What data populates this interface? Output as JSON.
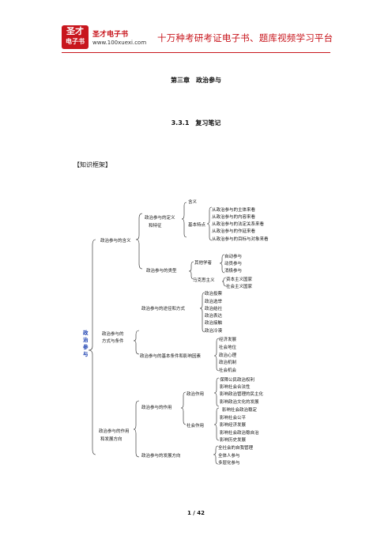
{
  "header": {
    "logo_line1": "圣才",
    "logo_line2": "电子书",
    "brand": "圣才电子书",
    "url": "www.100xuexi.com",
    "slogan": "十万种考研考证电子书、题库视频学习平台"
  },
  "chapter_title": "第三章　政治参与",
  "section_title": "3.3.1　复习笔记",
  "knowledge_frame": "【知识框架】",
  "mindmap": {
    "root": [
      "政",
      "治",
      "参",
      "与"
    ],
    "branch1": "政治参与的含义",
    "b1_def": [
      "政治参与的定义",
      "和特征"
    ],
    "b1_meaning": "含义",
    "b1_features": "基本特点",
    "b1_feature_items": [
      "从政治参与的主体来看",
      "从政治参与的内容来看",
      "从政治参与的法定关系来看",
      "从政治参与的作延来看",
      "从政治参与的目标与对象来看"
    ],
    "b1_types": "政治参与的类型",
    "b1_types_other": "其他学者",
    "b1_types_other_items": [
      "自动参与",
      "动员参与",
      "消极参与"
    ],
    "b1_types_marx": "马克思主义",
    "b1_types_marx_items": [
      "资本主义国家",
      "社会主义国家"
    ],
    "branch2": [
      "政治参与的",
      "方式与条件"
    ],
    "b2_ways": "政治参与的途径和方式",
    "b2_ways_items": [
      "政治投票",
      "政治选举",
      "政治结社",
      "政治表达",
      "政治接触",
      "政治冷漠"
    ],
    "b2_factors": "政治参与的基本条件和影响因素",
    "b2_factors_items": [
      "经济发展",
      "社会地位",
      "政治心理",
      "政治机制",
      "社会机会"
    ],
    "branch3": [
      "政治参与的作用",
      "和发展方向"
    ],
    "b3_roles": "政治参与的作用",
    "b3_political": "政治作用",
    "b3_political_items": [
      "保障公民政治权利",
      "影响社会合法性",
      "影响政治管理的民主化",
      "影响政治文化的发展"
    ],
    "b3_social": "社会作用",
    "b3_social_items": [
      "影响社会政治稳定",
      "影响社会公平",
      "影响经济发展",
      "影响社会政治稳自治",
      "影响历史发展"
    ],
    "b3_direction": "政治参与的发展方向",
    "b3_direction_items": [
      "全社会的自我管理",
      "全体人参与",
      "多层化参与"
    ]
  },
  "footer": {
    "page": "1 / 42"
  }
}
